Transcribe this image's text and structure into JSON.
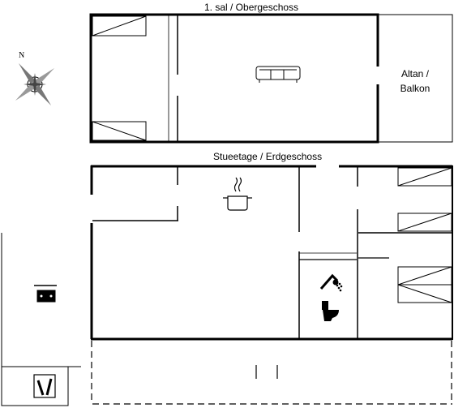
{
  "floors": {
    "upper": {
      "title": "1. sal / Obergeschoss"
    },
    "ground": {
      "title": "Stueetage / Erdgeschoss"
    }
  },
  "rooms": {
    "balcony": {
      "line1": "Altan /",
      "line2": "Balkon"
    }
  },
  "compass": {
    "north_label": "N"
  },
  "icons": {
    "sofa": "sofa-icon",
    "stove": "cooking-pot-icon",
    "shower": "shower-icon",
    "toilet": "toilet-icon",
    "car": "car-icon",
    "bottles": "wine-bottles-icon",
    "compass": "compass-rose-icon"
  },
  "colors": {
    "wall": "#000000",
    "background": "#ffffff"
  }
}
